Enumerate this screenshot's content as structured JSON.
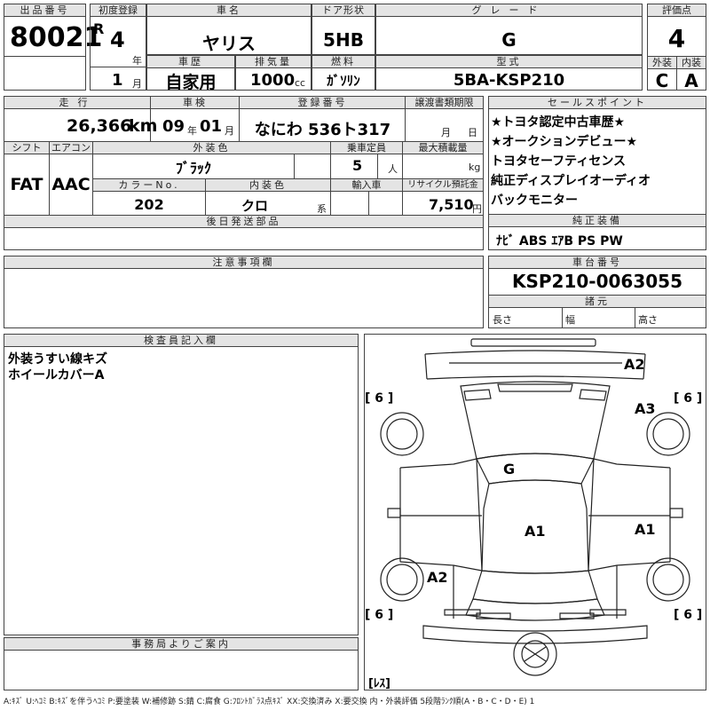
{
  "header": {
    "lot_label": "出品番号",
    "lot_number": "80021",
    "first_reg_label": "初度登録",
    "era": "R",
    "year": "4",
    "year_unit": "年",
    "month": "1",
    "month_unit": "月",
    "car_name_label": "車名",
    "car_name": "ヤリス",
    "door_label": "ドア形状",
    "door": "5HB",
    "grade_label": "グレード",
    "grade": "G",
    "score_label": "評価点",
    "score": "4",
    "history_label": "車歴",
    "history": "自家用",
    "displacement_label": "排気量",
    "displacement": "1000",
    "displacement_unit": "cc",
    "fuel_label": "燃料",
    "fuel": "ｶﾞｿﾘﾝ",
    "model_label": "型式",
    "model": "5BA-KSP210",
    "ext_label": "外装",
    "ext_grade": "C",
    "int_label": "内装",
    "int_grade": "A"
  },
  "row2": {
    "mileage_label": "走行",
    "mileage": "26,366",
    "mileage_unit": "km",
    "inspection_label": "車検",
    "insp_year": "09",
    "insp_year_unit": "年",
    "insp_month": "01",
    "insp_month_unit": "月",
    "plate_label": "登録番号",
    "plate": "なにわ 536ト317",
    "transfer_label": "譲渡書類期限",
    "transfer_month": "月",
    "transfer_day": "日",
    "shift_label": "シフト",
    "shift": "FAT",
    "ac_label": "エアコン",
    "ac": "AAC",
    "color_label": "外装色",
    "color": "ﾌﾞﾗｯｸ",
    "capacity_label": "乗車定員",
    "capacity": "5",
    "capacity_unit": "人",
    "load_label": "最大積載量",
    "load_unit": "kg",
    "color_no_label": "カラーNo.",
    "color_no": "202",
    "interior_color_label": "内装色",
    "interior_color": "クロ",
    "interior_color_unit": "系",
    "import_label": "輸入車",
    "recycle_label": "リサイクル預託金",
    "recycle": "7,510",
    "recycle_unit": "円",
    "later_parts_label": "後日発送部品"
  },
  "sales_points": {
    "label": "セールスポイント",
    "lines": [
      "★トヨタ認定中古車歴★",
      "★オークションデビュー★",
      "トヨタセーフティセンス",
      "純正ディスプレイオーディオ",
      "バックモニター"
    ]
  },
  "equipment": {
    "label": "純正装備",
    "value": "ﾅﾋﾞ ABS ｴｱB PS PW"
  },
  "notes": {
    "label": "注意事項欄"
  },
  "chassis": {
    "label": "車台番号",
    "value": "KSP210-0063055",
    "dims_label": "諸元",
    "length_label": "長さ",
    "width_label": "幅",
    "height_label": "高さ"
  },
  "inspector": {
    "label": "検査員記入欄",
    "lines": [
      "外装うすい線キズ",
      "ホイールカバーA"
    ]
  },
  "office": {
    "label": "事務局よりご案内"
  },
  "diagram": {
    "codes": [
      "A2",
      "A3",
      "G",
      "A1",
      "A1",
      "A2"
    ],
    "tires": [
      "[ 6 ]",
      "[ 6 ]",
      "[ 6 ]",
      "[ 6 ]"
    ],
    "spare": "[ﾚｽ]"
  },
  "legend": "A:ｷｽﾞ U:ﾍｺﾐ B:ｷｽﾞを伴うﾍｺﾐ P:要塗装 W:補修跡 S:錆 C:腐食 G:ﾌﾛﾝﾄｶﾞﾗｽ点ｷｽﾞ XX:交換済み X:要交換 内・外装評価 5段階ﾗﾝｸ順(A・B・C・D・E) 1"
}
